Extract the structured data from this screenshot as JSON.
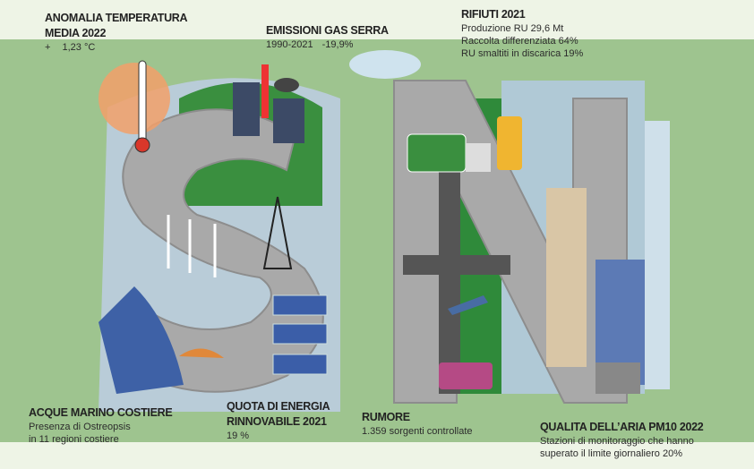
{
  "temperature": {
    "title_line1": "ANOMALIA TEMPERATURA",
    "title_line2": "MEDIA 2022",
    "sign": "+",
    "value": "1,23 °C"
  },
  "emissions": {
    "title": "EMISSIONI GAS SERRA",
    "period": "1990-2021",
    "value": "-19,9%"
  },
  "waste": {
    "title": "RIFIUTI 2021",
    "lines": [
      "Produzione RU 29,6 Mt",
      "Raccolta differenziata 64%",
      "RU smaltiti in discarica 19%"
    ]
  },
  "marine": {
    "title": "ACQUE MARINO COSTIERE",
    "lines": [
      "Presenza di Ostreopsis",
      "in 11 regioni costiere"
    ]
  },
  "renewable": {
    "title_line1": "QUOTA DI ENERGIA",
    "title_line2": "RINNOVABILE 2021",
    "value": "19 %"
  },
  "noise": {
    "title": "RUMORE",
    "value": "1.359 sorgenti controllate"
  },
  "air": {
    "title": "QUALITA DELL’ARIA PM10 2022",
    "lines": [
      "Stazioni di monitoraggio che hanno",
      "superato il limite giornaliero 20%"
    ]
  },
  "colors": {
    "background": "#eef4e6",
    "band": "#9ec48f",
    "letters": "#a9a9a9",
    "dark_green": "#2f8a3a"
  }
}
